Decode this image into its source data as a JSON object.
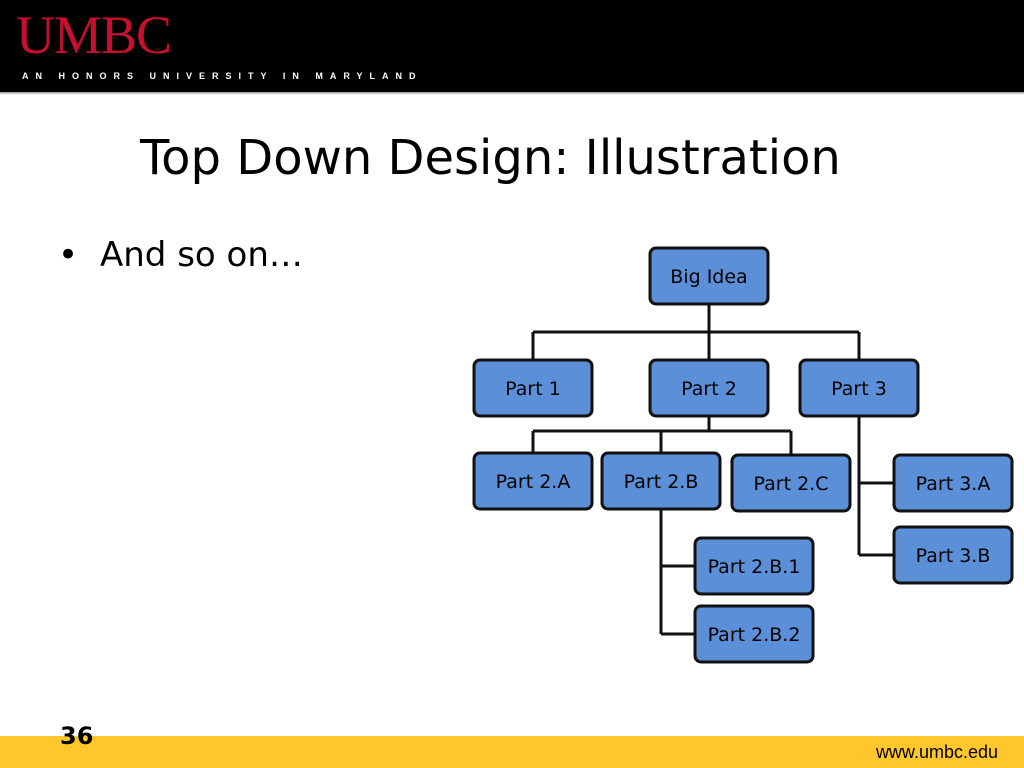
{
  "header": {
    "logo_text": "UMBC",
    "tagline": "AN HONORS UNIVERSITY IN MARYLAND",
    "logo_color": "#c8102e",
    "background": "#000000"
  },
  "slide": {
    "title": "Top Down Design: Illustration",
    "bullet": "And so on…"
  },
  "diagram": {
    "node_fill": "#5b8fd8",
    "node_stroke": "#111111",
    "nodes": [
      {
        "id": "big-idea",
        "label": "Big Idea"
      },
      {
        "id": "part-1",
        "label": "Part 1"
      },
      {
        "id": "part-2",
        "label": "Part 2"
      },
      {
        "id": "part-3",
        "label": "Part 3"
      },
      {
        "id": "part-2a",
        "label": "Part 2.A"
      },
      {
        "id": "part-2b",
        "label": "Part 2.B"
      },
      {
        "id": "part-2c",
        "label": "Part 2.C"
      },
      {
        "id": "part-3a",
        "label": "Part 3.A"
      },
      {
        "id": "part-3b",
        "label": "Part 3.B"
      },
      {
        "id": "part-2b1",
        "label": "Part 2.B.1"
      },
      {
        "id": "part-2b2",
        "label": "Part 2.B.2"
      }
    ],
    "edges": [
      [
        "big-idea",
        "part-1"
      ],
      [
        "big-idea",
        "part-2"
      ],
      [
        "big-idea",
        "part-3"
      ],
      [
        "part-2",
        "part-2a"
      ],
      [
        "part-2",
        "part-2b"
      ],
      [
        "part-2",
        "part-2c"
      ],
      [
        "part-3",
        "part-3a"
      ],
      [
        "part-3",
        "part-3b"
      ],
      [
        "part-2b",
        "part-2b1"
      ],
      [
        "part-2b",
        "part-2b2"
      ]
    ]
  },
  "footer": {
    "page_number": "36",
    "url": "www.umbc.edu",
    "background": "#ffc72c"
  }
}
